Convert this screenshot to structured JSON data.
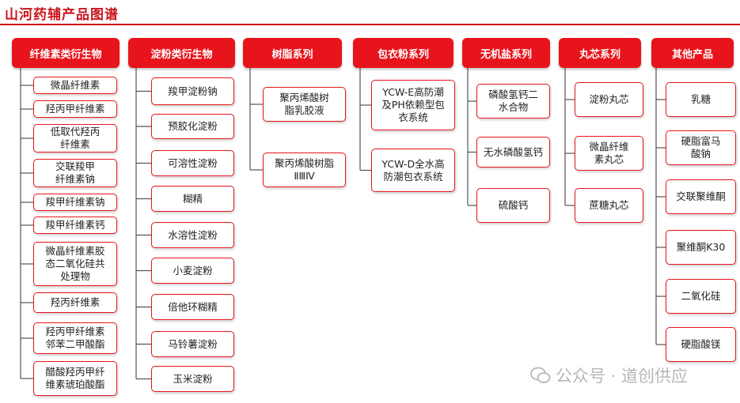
{
  "title": "山河药辅产品图谱",
  "watermark": "公众号 · 道创供应",
  "colors": {
    "accent": "#e8141c",
    "title": "#c8161d"
  },
  "categories": [
    {
      "name": "纤维素类衍生物",
      "items": [
        "微晶纤维素",
        "羟丙甲纤维素",
        "低取代羟丙\n纤维素",
        "交联羧甲\n纤维素钠",
        "羧甲纤维素钠",
        "羧甲纤维素钙",
        "微晶纤维素胶\n态二氧化硅共\n处理物",
        "羟丙纤维素",
        "羟丙甲纤维素\n邻苯二甲酸酯",
        "醋酸羟丙甲纤\n维素琥珀酸酯"
      ]
    },
    {
      "name": "淀粉类衍生物",
      "items": [
        "羧甲淀粉钠",
        "预胶化淀粉",
        "可溶性淀粉",
        "糊精",
        "水溶性淀粉",
        "小麦淀粉",
        "倍他环糊精",
        "马铃薯淀粉",
        "玉米淀粉"
      ]
    },
    {
      "name": "树脂系列",
      "items": [
        "聚丙烯酸树\n脂乳胶液",
        "聚丙烯酸树脂\nⅡⅢⅣ"
      ]
    },
    {
      "name": "包衣粉系列",
      "items": [
        "YCW-E高防潮\n及PH依赖型包\n衣系统",
        "YCW-D全水高\n防潮包衣系统"
      ]
    },
    {
      "name": "无机盐系列",
      "items": [
        "磷酸氢钙二\n水合物",
        "无水磷酸氢钙",
        "硫酸钙"
      ]
    },
    {
      "name": "丸芯系列",
      "items": [
        "淀粉丸芯",
        "微晶纤维\n素丸芯",
        "蔗糖丸芯"
      ]
    },
    {
      "name": "其他产品",
      "items": [
        "乳糖",
        "硬脂富马\n酸钠",
        "交联聚维酮",
        "聚维酮K30",
        "二氧化硅",
        "硬脂酸镁"
      ]
    }
  ]
}
